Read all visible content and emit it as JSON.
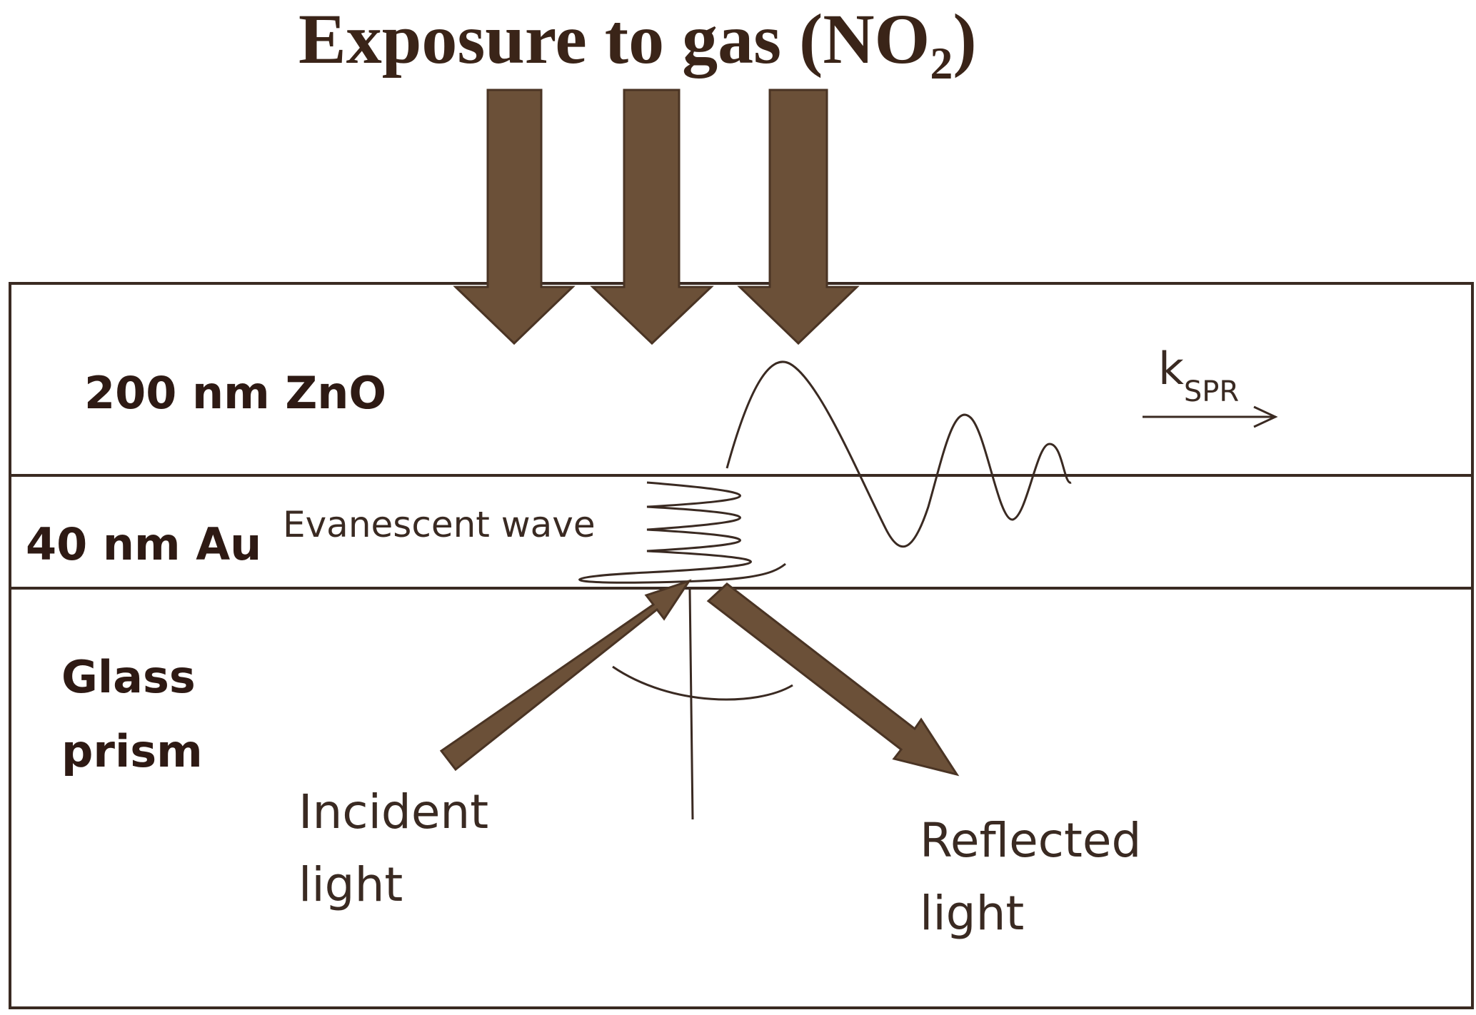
{
  "title": {
    "main": "Exposure to gas (NO",
    "subscript": "2",
    "close": ")"
  },
  "layers": {
    "zno": "200 nm ZnO",
    "au": "40 nm Au",
    "glass_line1": "Glass",
    "glass_line2": "prism"
  },
  "labels": {
    "evanescent": "Evanescent  wave",
    "incident_line1": "Incident",
    "incident_line2": "light",
    "reflected_line1": "Reflected",
    "reflected_line2": "light",
    "k": "k",
    "k_sub": "SPR"
  },
  "colors": {
    "arrow": "#6b5038",
    "arrow_edge": "#4a3424",
    "line": "#3a2a22",
    "text": "#2e1a14"
  }
}
